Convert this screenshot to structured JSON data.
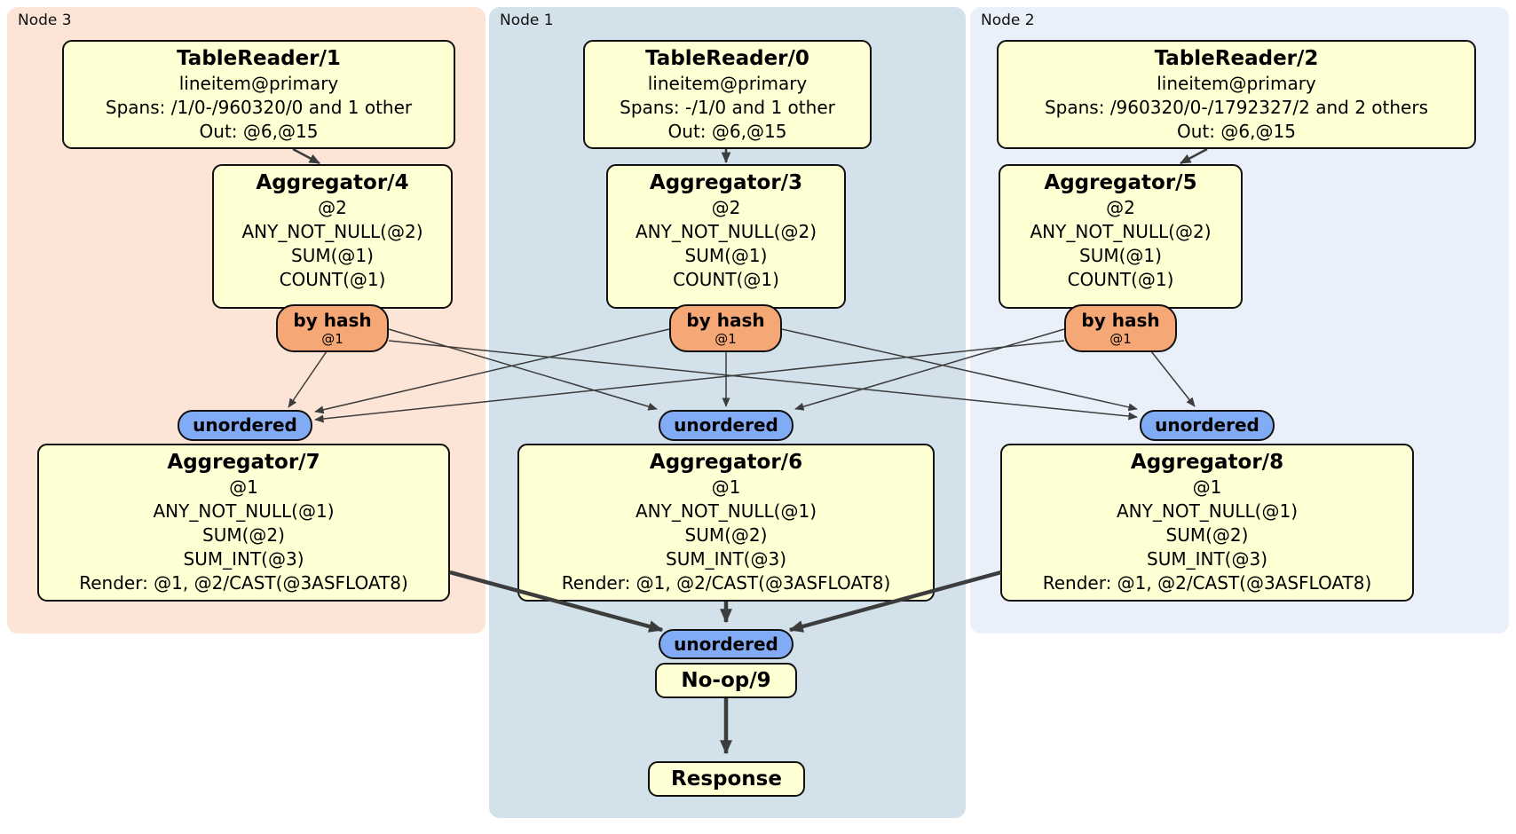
{
  "regions": {
    "node3": {
      "label": "Node 3"
    },
    "node1": {
      "label": "Node 1"
    },
    "node2": {
      "label": "Node 2"
    }
  },
  "processors": {
    "tr1": {
      "title": "TableReader/1",
      "lines": [
        "lineitem@primary",
        "Spans: /1/0-/960320/0 and 1 other",
        "Out: @6,@15"
      ]
    },
    "tr0": {
      "title": "TableReader/0",
      "lines": [
        "lineitem@primary",
        "Spans: -/1/0 and 1 other",
        "Out: @6,@15"
      ]
    },
    "tr2": {
      "title": "TableReader/2",
      "lines": [
        "lineitem@primary",
        "Spans: /960320/0-/1792327/2 and 2 others",
        "Out: @6,@15"
      ]
    },
    "agg4": {
      "title": "Aggregator/4",
      "lines": [
        "@2",
        "ANY_NOT_NULL(@2)",
        "SUM(@1)",
        "COUNT(@1)"
      ]
    },
    "agg3": {
      "title": "Aggregator/3",
      "lines": [
        "@2",
        "ANY_NOT_NULL(@2)",
        "SUM(@1)",
        "COUNT(@1)"
      ]
    },
    "agg5": {
      "title": "Aggregator/5",
      "lines": [
        "@2",
        "ANY_NOT_NULL(@2)",
        "SUM(@1)",
        "COUNT(@1)"
      ]
    },
    "agg7": {
      "title": "Aggregator/7",
      "lines": [
        "@1",
        "ANY_NOT_NULL(@1)",
        "SUM(@2)",
        "SUM_INT(@3)",
        "Render: @1, @2/CAST(@3ASFLOAT8)"
      ]
    },
    "agg6": {
      "title": "Aggregator/6",
      "lines": [
        "@1",
        "ANY_NOT_NULL(@1)",
        "SUM(@2)",
        "SUM_INT(@3)",
        "Render: @1, @2/CAST(@3ASFLOAT8)"
      ]
    },
    "agg8": {
      "title": "Aggregator/8",
      "lines": [
        "@1",
        "ANY_NOT_NULL(@1)",
        "SUM(@2)",
        "SUM_INT(@3)",
        "Render: @1, @2/CAST(@3ASFLOAT8)"
      ]
    },
    "noop": {
      "title": "No-op/9"
    },
    "response": {
      "title": "Response"
    }
  },
  "router": {
    "label": "by hash",
    "detail": "@1"
  },
  "sync": {
    "label": "unordered"
  },
  "edges": [
    {
      "from": "TableReader/1",
      "to": "Aggregator/4"
    },
    {
      "from": "TableReader/0",
      "to": "Aggregator/3"
    },
    {
      "from": "TableReader/2",
      "to": "Aggregator/5"
    },
    {
      "from": "Aggregator/4 by hash",
      "to": "unordered node3"
    },
    {
      "from": "Aggregator/4 by hash",
      "to": "unordered node1"
    },
    {
      "from": "Aggregator/4 by hash",
      "to": "unordered node2"
    },
    {
      "from": "Aggregator/3 by hash",
      "to": "unordered node3"
    },
    {
      "from": "Aggregator/3 by hash",
      "to": "unordered node1"
    },
    {
      "from": "Aggregator/3 by hash",
      "to": "unordered node2"
    },
    {
      "from": "Aggregator/5 by hash",
      "to": "unordered node3"
    },
    {
      "from": "Aggregator/5 by hash",
      "to": "unordered node1"
    },
    {
      "from": "Aggregator/5 by hash",
      "to": "unordered node2"
    },
    {
      "from": "Aggregator/7",
      "to": "unordered final"
    },
    {
      "from": "Aggregator/6",
      "to": "unordered final"
    },
    {
      "from": "Aggregator/8",
      "to": "unordered final"
    },
    {
      "from": "No-op/9",
      "to": "Response"
    }
  ],
  "colors": {
    "region_node3": "#fce4d6",
    "region_node1": "#d3e1ea",
    "region_node2": "#eaf0fa",
    "processor_fill": "#feffd2",
    "router_fill": "#f5a876",
    "sync_fill": "#82abf5",
    "edge": "#3c3c3c",
    "border": "#111111"
  }
}
